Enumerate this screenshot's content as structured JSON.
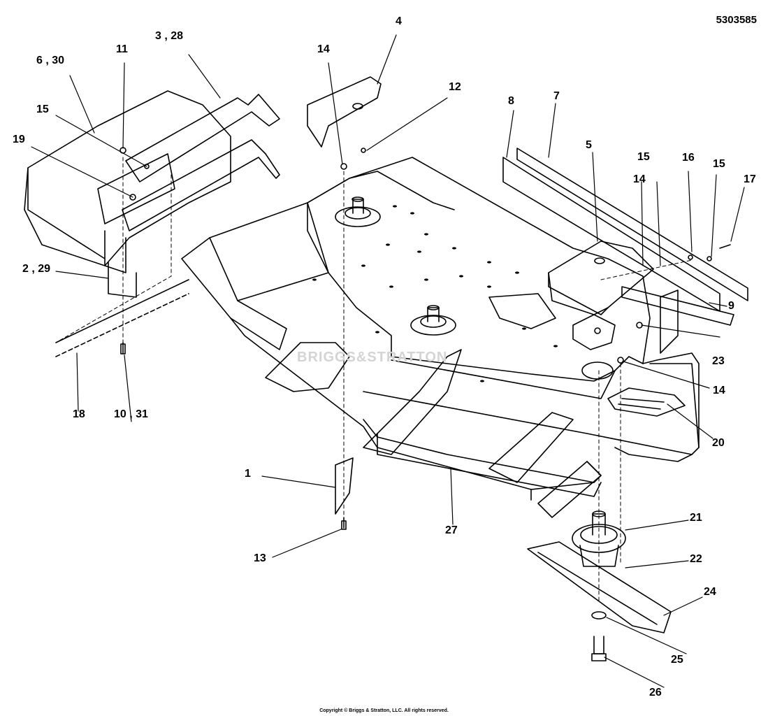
{
  "diagram_number": "5303585",
  "copyright": "Copyright © Briggs & Stratton, LLC. All rights reserved.",
  "watermark": "BRIGGS&STRATTON",
  "callouts": [
    {
      "id": "c1",
      "text": "1"
    },
    {
      "id": "c2",
      "text": "2 , 29"
    },
    {
      "id": "c3",
      "text": "3 , 28"
    },
    {
      "id": "c4",
      "text": "4"
    },
    {
      "id": "c5",
      "text": "5"
    },
    {
      "id": "c6",
      "text": "6 , 30"
    },
    {
      "id": "c7",
      "text": "7"
    },
    {
      "id": "c8",
      "text": "8"
    },
    {
      "id": "c9",
      "text": "9"
    },
    {
      "id": "c10",
      "text": "10 , 31"
    },
    {
      "id": "c11",
      "text": "11"
    },
    {
      "id": "c12",
      "text": "12"
    },
    {
      "id": "c13",
      "text": "13"
    },
    {
      "id": "c14a",
      "text": "14"
    },
    {
      "id": "c14b",
      "text": "14"
    },
    {
      "id": "c14c",
      "text": "14"
    },
    {
      "id": "c15a",
      "text": "15"
    },
    {
      "id": "c15b",
      "text": "15"
    },
    {
      "id": "c15c",
      "text": "15"
    },
    {
      "id": "c16",
      "text": "16"
    },
    {
      "id": "c17",
      "text": "17"
    },
    {
      "id": "c18",
      "text": "18"
    },
    {
      "id": "c19",
      "text": "19"
    },
    {
      "id": "c20",
      "text": "20"
    },
    {
      "id": "c21",
      "text": "21"
    },
    {
      "id": "c22",
      "text": "22"
    },
    {
      "id": "c23",
      "text": "23"
    },
    {
      "id": "c24",
      "text": "24"
    },
    {
      "id": "c25",
      "text": "25"
    },
    {
      "id": "c26",
      "text": "26"
    },
    {
      "id": "c27",
      "text": "27"
    }
  ]
}
